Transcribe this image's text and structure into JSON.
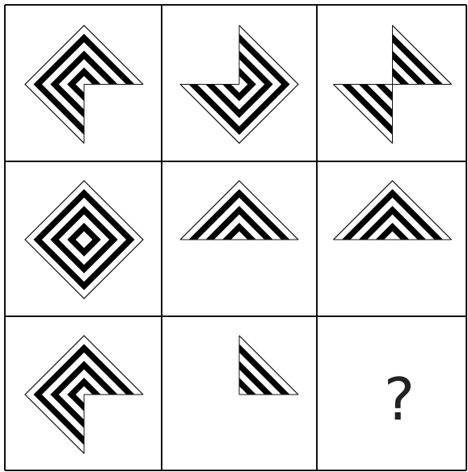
{
  "puzzle": {
    "rows": 3,
    "cols": 3,
    "question_mark": "?",
    "colors": {
      "background": "#ffffff",
      "line": "#111111",
      "stripe": "#000000",
      "text": "#222222"
    },
    "cells": [
      {
        "row": 1,
        "col": 1,
        "pattern": "nested-diamond",
        "visible_quadrants": [
          "top-left",
          "top-right",
          "bottom-left"
        ]
      },
      {
        "row": 1,
        "col": 2,
        "pattern": "nested-diamond",
        "visible_quadrants": [
          "top-right",
          "bottom-left",
          "bottom-right"
        ]
      },
      {
        "row": 1,
        "col": 3,
        "pattern": "nested-diamond",
        "visible_quadrants": [
          "top-right",
          "bottom-left"
        ]
      },
      {
        "row": 2,
        "col": 1,
        "pattern": "nested-diamond",
        "visible_quadrants": [
          "top-left",
          "top-right",
          "bottom-left",
          "bottom-right"
        ]
      },
      {
        "row": 2,
        "col": 2,
        "pattern": "nested-diamond",
        "visible_quadrants": [
          "top-left",
          "top-right"
        ]
      },
      {
        "row": 2,
        "col": 3,
        "pattern": "nested-diamond",
        "visible_quadrants": [
          "top-left",
          "top-right"
        ]
      },
      {
        "row": 3,
        "col": 1,
        "pattern": "nested-diamond",
        "visible_quadrants": [
          "top-left",
          "top-right",
          "bottom-left"
        ]
      },
      {
        "row": 3,
        "col": 2,
        "pattern": "nested-diamond",
        "visible_quadrants": [
          "top-right"
        ]
      },
      {
        "row": 3,
        "col": 3,
        "pattern": "unknown",
        "visible_quadrants": []
      }
    ]
  }
}
